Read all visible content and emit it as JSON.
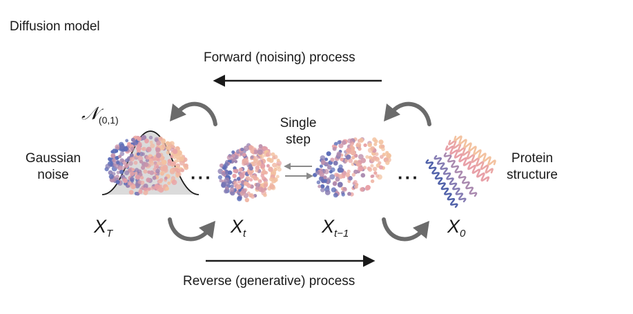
{
  "title": "Diffusion model",
  "forward_label": "Forward (noising) process",
  "reverse_label": "Reverse (generative) process",
  "single_step": {
    "line1": "Single",
    "line2": "step"
  },
  "gaussian": {
    "line1": "Gaussian",
    "line2": "noise"
  },
  "protein": {
    "line1": "Protein",
    "line2": "structure"
  },
  "normal": {
    "symbol": "𝒩",
    "sub": "(0,1)"
  },
  "variables": {
    "xT": {
      "base": "X",
      "sub": "T"
    },
    "xt": {
      "base": "X",
      "sub": "t"
    },
    "xt1": {
      "base": "X",
      "sub": "t−1"
    },
    "x0": {
      "base": "X",
      "sub": "0"
    }
  },
  "ellipsis": "···",
  "colors": {
    "arrow": "#1a1a1a",
    "curved_arrow": "#6b6b6b",
    "gray_arrow": "#8a8a8a",
    "blue": "#5b6cb8",
    "pink": "#e8a0a8",
    "peach": "#f3c2a0",
    "gaussian_fill": "#c9c9c9"
  }
}
